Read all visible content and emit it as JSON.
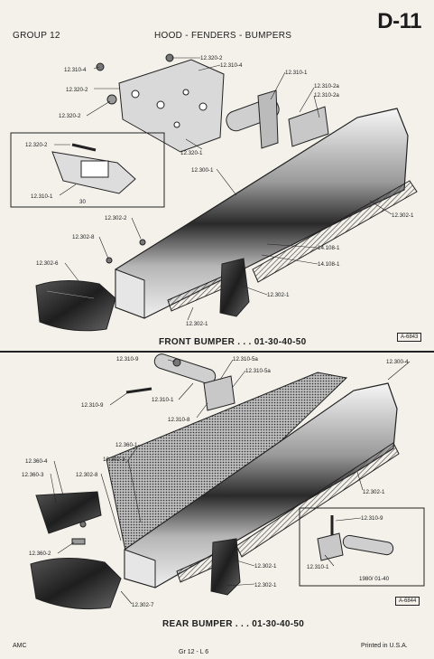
{
  "header": {
    "group": "GROUP 12",
    "title": "HOOD - FENDERS - BUMPERS",
    "page_id": "D-11"
  },
  "front": {
    "caption": "FRONT BUMPER . . . 01-30-40-50",
    "figure_id": "A-6843",
    "callouts": [
      "12.310-4",
      "12.320-2",
      "12.310-4",
      "12.320-2",
      "12.320-2",
      "12.310-1",
      "12.310-2a",
      "12.310-2a",
      "12.320-1",
      "12.300-1",
      "12.302-1",
      "12.302-2",
      "12.302-8",
      "12.302-6",
      "14.108-1",
      "14.108-1",
      "12.302-1",
      "12.302-1"
    ],
    "inset": {
      "callouts": [
        "12.320-2",
        "12.310-1"
      ],
      "note": "30"
    }
  },
  "rear": {
    "caption": "REAR BUMPER . . . 01-30-40-50",
    "figure_id": "A-6844",
    "callouts": [
      "12.310-9",
      "12.310-5a",
      "12.310-5a",
      "12.300-4",
      "12.310-1",
      "12.310-9",
      "12.310-8",
      "12.360-1",
      "12.302-3",
      "12.360-4",
      "12.360-3",
      "12.302-8",
      "12.302-1",
      "12.360-2",
      "12.302-7",
      "12.302-1",
      "12.302-1"
    ],
    "inset": {
      "callouts": [
        "12.310-9",
        "12.310-1"
      ],
      "note": "1980/ 01-40"
    }
  },
  "footer": {
    "left": "AMC",
    "center": "Gr  12  -  L 6",
    "right": "Printed  in U.S.A."
  }
}
